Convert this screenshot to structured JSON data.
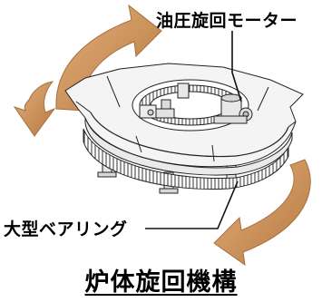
{
  "title": "炉体旋回機構",
  "labels": {
    "motor": "油圧旋回モーター",
    "bearing": "大型ベアリング"
  },
  "colors": {
    "arrow_fill": "#c98c55",
    "arrow_stroke": "#a8703f",
    "line": "#222222"
  },
  "icons": {
    "rotation_arrow": "curved-arrow-icon",
    "machine": "turntable-drawing"
  }
}
